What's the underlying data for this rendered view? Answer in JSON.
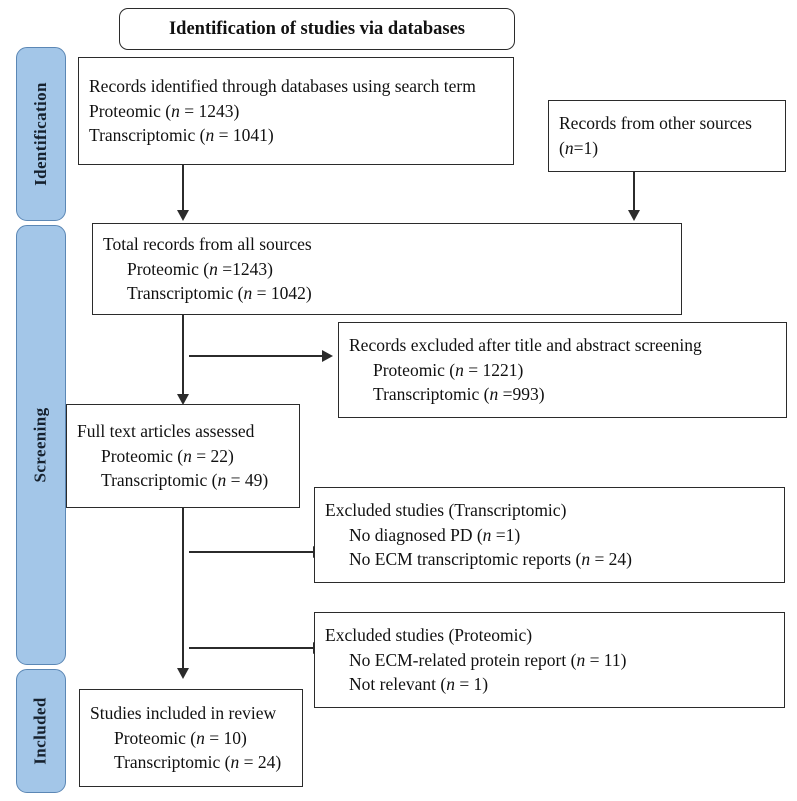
{
  "diagram": {
    "title": "Identification of studies via databases",
    "phases": [
      {
        "id": "identification",
        "label": "Identification"
      },
      {
        "id": "screening",
        "label": "Screening"
      },
      {
        "id": "included",
        "label": "Included"
      }
    ],
    "accent_color": "#a3c6e8",
    "accent_border_color": "#5b87b5",
    "box_border_color": "#2b2b2b",
    "boxes": {
      "records_identified": {
        "name": "records-identified-box",
        "lines": [
          {
            "text": "Records identified through databases using search term",
            "indent": false
          },
          {
            "text": "Proteomic (n = 1243)",
            "indent": false
          },
          {
            "text": "Transcriptomic (n = 1041)",
            "indent": false
          }
        ]
      },
      "other_sources": {
        "name": "records-other-sources-box",
        "lines": [
          {
            "text": "Records from other sources",
            "indent": false
          },
          {
            "text": "(n=1)",
            "indent": false
          }
        ]
      },
      "total_records": {
        "name": "total-records-box",
        "lines": [
          {
            "text": "Total records from all sources",
            "indent": false
          },
          {
            "text": "Proteomic (n =1243)",
            "indent": true
          },
          {
            "text": "Transcriptomic (n = 1042)",
            "indent": true
          }
        ]
      },
      "records_excluded": {
        "name": "records-excluded-box",
        "lines": [
          {
            "text": "Records excluded after title and abstract screening",
            "indent": false
          },
          {
            "text": "Proteomic (n = 1221)",
            "indent": true
          },
          {
            "text": "Transcriptomic (n =993)",
            "indent": true
          }
        ]
      },
      "full_text_assessed": {
        "name": "full-text-assessed-box",
        "lines": [
          {
            "text": "Full text articles assessed",
            "indent": false
          },
          {
            "text": "Proteomic (n = 22)",
            "indent": true
          },
          {
            "text": "Transcriptomic (n = 49)",
            "indent": true
          }
        ]
      },
      "excluded_transcriptomic": {
        "name": "excluded-transcriptomic-box",
        "lines": [
          {
            "text": "Excluded studies (Transcriptomic)",
            "indent": false
          },
          {
            "text": "No diagnosed PD (n =1)",
            "indent": true
          },
          {
            "text": "No ECM transcriptomic reports (n = 24)",
            "indent": true
          }
        ]
      },
      "excluded_proteomic": {
        "name": "excluded-proteomic-box",
        "lines": [
          {
            "text": "Excluded studies (Proteomic)",
            "indent": false
          },
          {
            "text": "No ECM-related protein report (n = 11)",
            "indent": true
          },
          {
            "text": "Not relevant (n = 1)",
            "indent": true
          }
        ]
      },
      "studies_included": {
        "name": "studies-included-box",
        "lines": [
          {
            "text": "Studies included in review",
            "indent": false
          },
          {
            "text": "Proteomic (n = 10)",
            "indent": true
          },
          {
            "text": "Transcriptomic (n = 24)",
            "indent": true
          }
        ]
      }
    }
  }
}
